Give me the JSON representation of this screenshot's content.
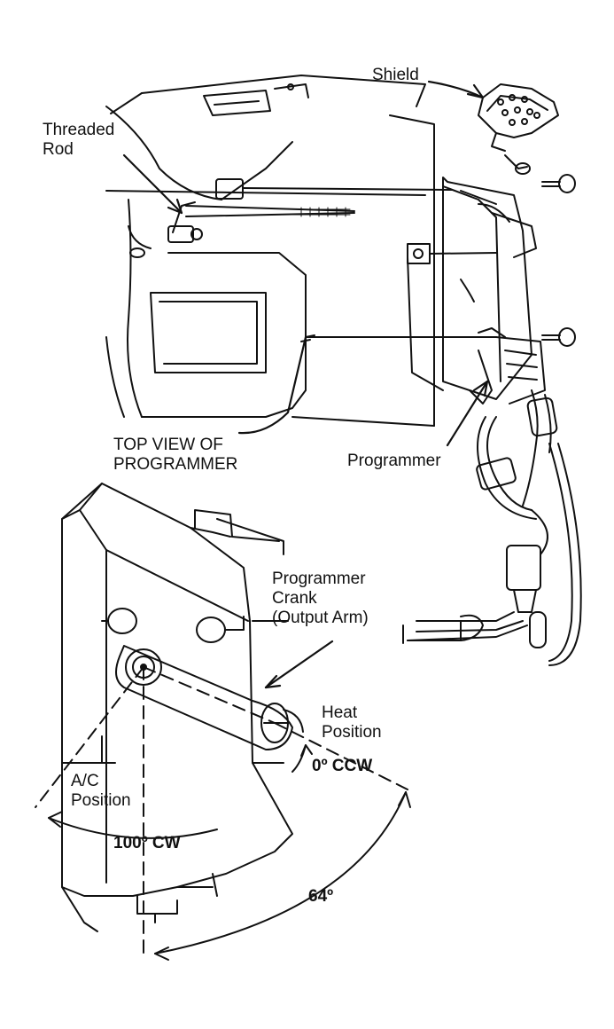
{
  "labels": {
    "shield": "Shield",
    "threaded_rod_1": "Threaded",
    "threaded_rod_2": "Rod",
    "top_view_1": "TOP VIEW OF",
    "top_view_2": "PROGRAMMER",
    "programmer": "Programmer",
    "crank_1": "Programmer",
    "crank_2": "Crank",
    "crank_3": "(Output Arm)",
    "heat_1": "Heat",
    "heat_2": "Position",
    "ccw": "0º CCW",
    "ac_1": "A/C",
    "ac_2": "Position",
    "cw": "100º CW",
    "angle": "64º"
  },
  "colors": {
    "ink": "#111111",
    "paper": "#ffffff"
  }
}
